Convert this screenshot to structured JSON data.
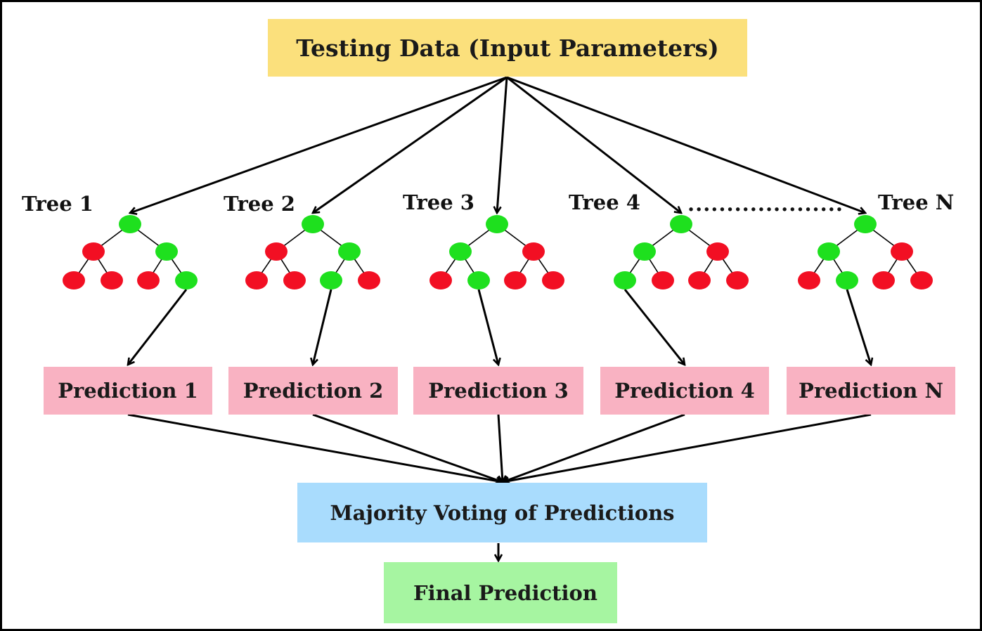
{
  "input": {
    "label": "Testing Data (Input Parameters)",
    "color": "#fbe07c"
  },
  "trees": [
    {
      "label": "Tree 1",
      "pattern": [
        "g",
        "r",
        "g",
        "r",
        "r",
        "r",
        "g"
      ],
      "leaf_to_prediction": 6
    },
    {
      "label": "Tree 2",
      "pattern": [
        "g",
        "r",
        "g",
        "r",
        "r",
        "g",
        "r"
      ],
      "leaf_to_prediction": 5
    },
    {
      "label": "Tree 3",
      "pattern": [
        "g",
        "g",
        "r",
        "r",
        "g",
        "r",
        "r"
      ],
      "leaf_to_prediction": 4
    },
    {
      "label": "Tree 4",
      "pattern": [
        "g",
        "g",
        "r",
        "g",
        "r",
        "r",
        "r"
      ],
      "leaf_to_prediction": 3
    },
    {
      "label": "Tree N",
      "pattern": [
        "g",
        "g",
        "r",
        "r",
        "g",
        "r",
        "r"
      ],
      "leaf_to_prediction": 4
    }
  ],
  "ellipsis": "....................",
  "predictions": [
    "Prediction 1",
    "Prediction 2",
    "Prediction 3",
    "Prediction 4",
    "Prediction N"
  ],
  "majority": {
    "label": "Majority Voting of Predictions",
    "color": "#a9dcfd"
  },
  "final": {
    "label": "Final Prediction",
    "color": "#a6f5a1"
  },
  "colors": {
    "node_green": "#1ee01e",
    "node_red": "#f20f23",
    "prediction_box": "#f9b2c2",
    "line": "#000000"
  }
}
